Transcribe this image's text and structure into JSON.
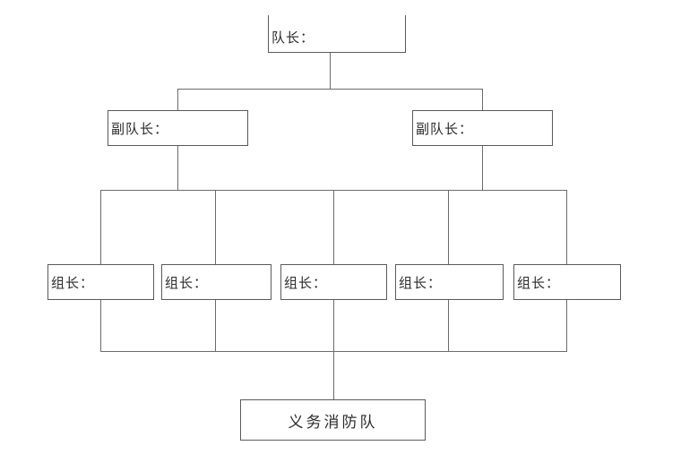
{
  "diagram": {
    "type": "org-chart",
    "nodes": {
      "leader": {
        "label": "队长："
      },
      "deputy_left": {
        "label": "副队长："
      },
      "deputy_right": {
        "label": "副队长："
      },
      "group_1": {
        "label": "组长："
      },
      "group_2": {
        "label": "组长："
      },
      "group_3": {
        "label": "组长："
      },
      "group_4": {
        "label": "组长："
      },
      "group_5": {
        "label": "组长："
      },
      "team": {
        "label": "义务消防队"
      }
    },
    "colors": {
      "line": "#6b6b6b",
      "box_border": "#5a5a5a",
      "box_fill": "#ffffff",
      "text": "#2b2b2b"
    }
  }
}
